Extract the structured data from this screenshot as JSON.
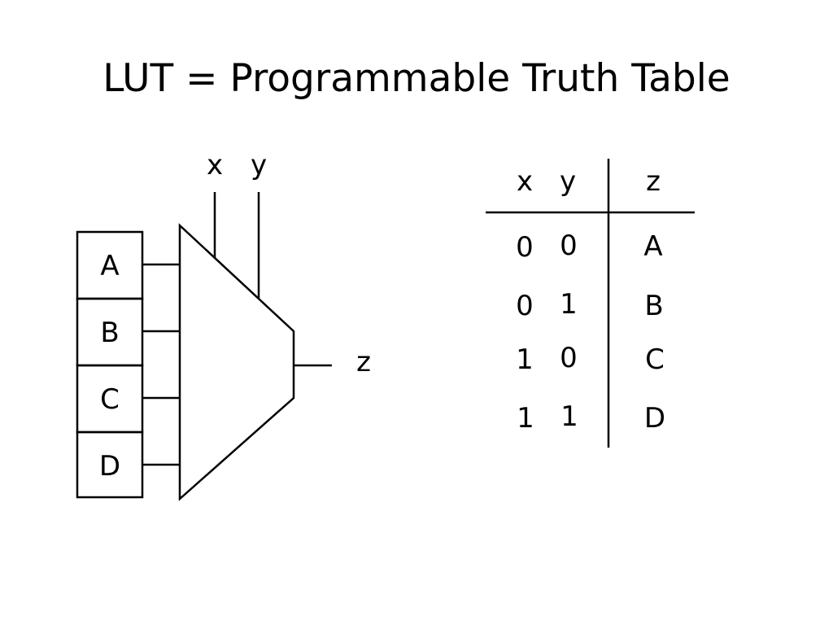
{
  "slide": {
    "title": "LUT = Programmable Truth Table"
  },
  "mux_diagram": {
    "select_inputs": [
      "x",
      "y"
    ],
    "output_label": "z",
    "memory_cells": [
      "A",
      "B",
      "C",
      "D"
    ]
  },
  "truth_table": {
    "headers": {
      "x": "x",
      "y": "y",
      "z": "z"
    },
    "rows": [
      {
        "x": "0",
        "y": "0",
        "z": "A"
      },
      {
        "x": "0",
        "y": "1",
        "z": "B"
      },
      {
        "x": "1",
        "y": "0",
        "z": "C"
      },
      {
        "x": "1",
        "y": "1",
        "z": "D"
      }
    ]
  }
}
